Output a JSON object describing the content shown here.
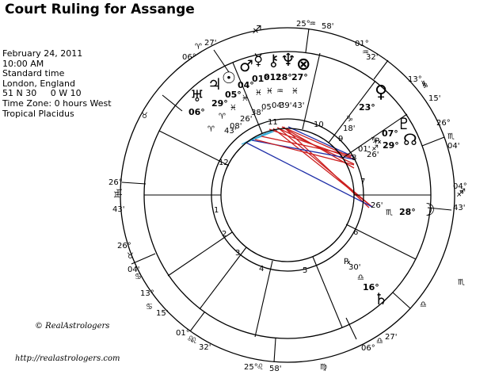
{
  "title": "Court Ruling for Assange",
  "info": [
    "February 24, 2011",
    "10:00 AM",
    "Standard time",
    "London, England",
    "51 N 30     0 W 10",
    "Time Zone: 0 hours West",
    "Tropical Placidus"
  ],
  "copyright": "© RealAstrologers",
  "url": "http://realastrologers.com",
  "colors": {
    "red": "#cc1f1f",
    "blue": "#1f2fa8",
    "cyan": "#3aaed8",
    "line": "#000000"
  },
  "cusps": [
    {
      "house": 1,
      "deg": "26°",
      "sign": "♊",
      "min": "43'"
    },
    {
      "house": 2,
      "deg": "13°",
      "sign": "♋",
      "min": "15'"
    },
    {
      "house": 3,
      "deg": "01°",
      "sign": "♌",
      "min": "32'"
    },
    {
      "house": 4,
      "deg": "25°",
      "sign": "♌",
      "min": "58'"
    },
    {
      "house": 5,
      "deg": "06°",
      "sign": "♎",
      "min": "27'"
    },
    {
      "house": 6,
      "deg": "26°",
      "sign": "♏",
      "min": "04'"
    },
    {
      "house": 7,
      "deg": "04°",
      "sign": "♐",
      "min": "43'"
    },
    {
      "house": 8,
      "deg": "13°",
      "sign": "♑",
      "min": "15'"
    },
    {
      "house": 9,
      "deg": "01°",
      "sign": "♒",
      "min": "32'"
    },
    {
      "house": 10,
      "deg": "25°",
      "sign": "♒",
      "min": "58'"
    },
    {
      "house": 11,
      "deg": "06°",
      "sign": "♈",
      "min": "27'"
    },
    {
      "house": 12,
      "deg": "26°",
      "sign": "♉",
      "min": "04'"
    }
  ],
  "intercepted": [
    "♐",
    "♊"
  ],
  "house_numbers": [
    "1",
    "2",
    "3",
    "4",
    "5",
    "6",
    "7",
    "8",
    "9",
    "10",
    "11",
    "12"
  ],
  "planets": [
    {
      "name": "saturn",
      "glyph": "♄",
      "deg": "16°",
      "sign": "♎",
      "min": "30'",
      "retro": "℞"
    },
    {
      "name": "moon",
      "glyph": "☽",
      "deg": "28°",
      "sign": "♏",
      "min": "26'",
      "retro": ""
    },
    {
      "name": "node",
      "glyph": "☊",
      "deg": "29°",
      "sign": "♐",
      "min": "26'",
      "retro": "℞"
    },
    {
      "name": "pluto",
      "glyph": "♇",
      "deg": "07°",
      "sign": "♑",
      "min": "01'",
      "retro": ""
    },
    {
      "name": "venus",
      "glyph": "♀",
      "deg": "23°",
      "sign": "♑",
      "min": "18'",
      "retro": ""
    },
    {
      "name": "fortune",
      "glyph": "⊗",
      "deg": "27°",
      "sign": "♓",
      "min": "43'",
      "retro": ""
    },
    {
      "name": "neptune",
      "glyph": "♆",
      "deg": "28°",
      "sign": "♒",
      "min": "39'",
      "retro": ""
    },
    {
      "name": "chiron",
      "glyph": "⚷",
      "deg": "01°",
      "sign": "♓",
      "min": "04'",
      "retro": ""
    },
    {
      "name": "mercury",
      "glyph": "☿",
      "deg": "01°",
      "sign": "♓",
      "min": "05'",
      "retro": ""
    },
    {
      "name": "mars",
      "glyph": "♂",
      "deg": "04°",
      "sign": "♓",
      "min": "38'",
      "retro": ""
    },
    {
      "name": "sun",
      "glyph": "☉",
      "deg": "05°",
      "sign": "♓",
      "min": "26'",
      "retro": ""
    },
    {
      "name": "jupiter",
      "glyph": "♃",
      "deg": "29°",
      "sign": "♈",
      "min": "08'",
      "retro": ""
    },
    {
      "name": "uranus",
      "glyph": "♅",
      "deg": "06°",
      "sign": "♈",
      "min": "43'",
      "retro": ""
    }
  ]
}
